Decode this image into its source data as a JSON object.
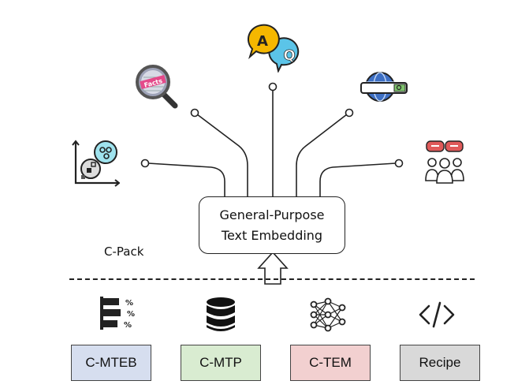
{
  "center": {
    "line1": "General-Purpose",
    "line2": "Text Embedding"
  },
  "framework_label": "C-Pack",
  "components": [
    {
      "label": "C-MTEB",
      "color": "#d6deef"
    },
    {
      "label": "C-MTP",
      "color": "#d9ecd1"
    },
    {
      "label": "C-TEM",
      "color": "#f2d0d0"
    },
    {
      "label": "Recipe",
      "color": "#d9d9d9"
    }
  ],
  "icons": {
    "qa_bubble_a": "A",
    "qa_bubble_q": "Q",
    "magnifier_text": "Facts",
    "ranking_marks": [
      "%",
      "%",
      "%"
    ]
  },
  "colors": {
    "bubble_yellow": "#f5b700",
    "bubble_blue": "#5bc4e8",
    "globe_blue": "#3d6fc4",
    "people_red": "#e05a5a",
    "scatter_cyan": "#9fe3ee"
  }
}
